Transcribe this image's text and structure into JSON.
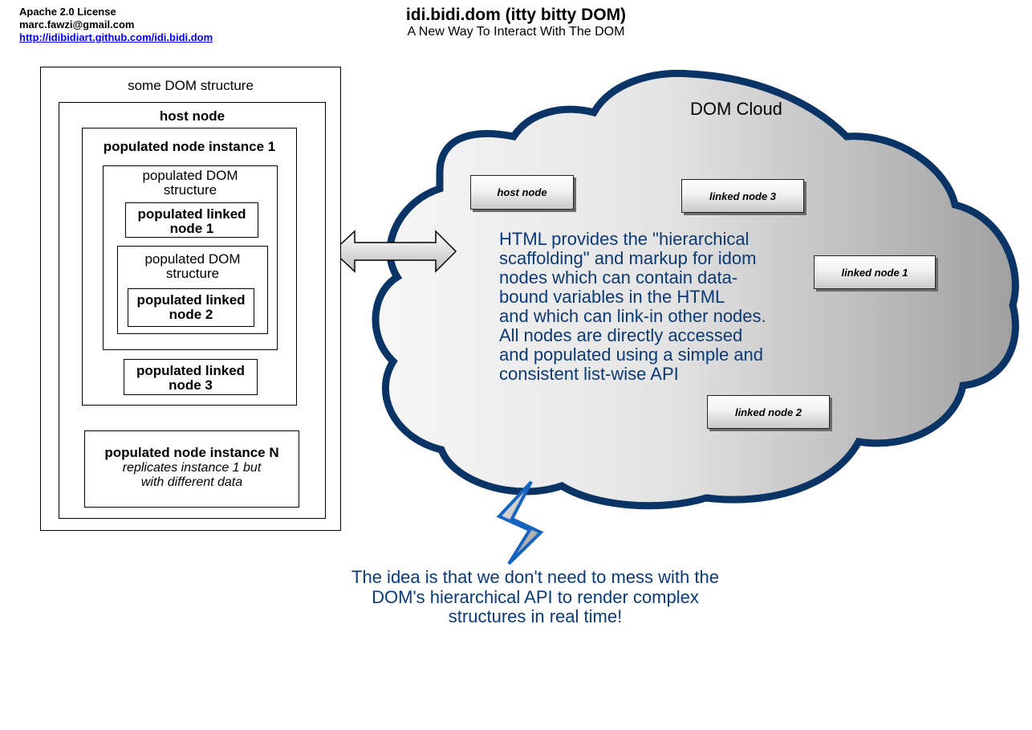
{
  "header": {
    "license": "Apache 2.0 License",
    "email": "marc.fawzi@gmail.com",
    "url": "http://idibidiart.github.com/idi.bidi.dom",
    "title": "idi.bidi.dom (itty bitty DOM)",
    "subtitle": "A New Way To Interact With The DOM"
  },
  "structure": {
    "outer_label": "some DOM structure",
    "host_label": "host node",
    "instance1_label": "populated node instance 1",
    "populated_dom_1": [
      "populated DOM",
      "structure"
    ],
    "linked_node_1": [
      "populated linked",
      "node 1"
    ],
    "populated_dom_2": [
      "populated DOM",
      "structure"
    ],
    "linked_node_2": [
      "populated linked",
      "node 2"
    ],
    "linked_node_3": [
      "populated linked",
      "node 3"
    ],
    "instanceN_label": "populated node instance N",
    "instanceN_desc": [
      "replicates instance 1 but",
      "with different data"
    ]
  },
  "cloud": {
    "title": "DOM Cloud",
    "nodes": [
      "host node",
      "linked node 3",
      "linked node 1",
      "linked node 2"
    ],
    "description": [
      "HTML provides the \"hierarchical",
      "scaffolding\" and markup for idom",
      "nodes which can contain data-",
      "bound variables in the HTML",
      "and which can link-in other nodes.",
      "All nodes are directly accessed",
      "and populated using a simple and",
      "consistent list-wise API"
    ]
  },
  "footer": {
    "lines": [
      "The idea is that we don't need to mess with the",
      "DOM's hierarchical API to render complex",
      "structures in real time!"
    ]
  },
  "colors": {
    "accent": "#0b3a74",
    "cloud_border": "#0b3466",
    "bolt": "#1565c0"
  }
}
